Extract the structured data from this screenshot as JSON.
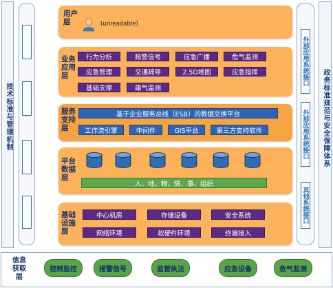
{
  "left_title": "技术标准与管理机制",
  "right_title": "政务标准规范与安全保障体系",
  "left_inner": {
    "header": "",
    "items": [
      "",
      "",
      "",
      ""
    ]
  },
  "right_inner": {
    "header": "",
    "items": [
      "外部应用系统接口",
      "外部应用系统接口",
      "其他系统接口"
    ]
  },
  "layers": {
    "user": {
      "label": "用户层",
      "text": "(unreadable)"
    },
    "business": {
      "label": "业务应用层",
      "items": [
        "行为分析",
        "报警信号",
        "应急广播",
        "危气监测",
        "应急管理",
        "交通疏导",
        "2.5D地图",
        "应急指挥",
        "基础支撑",
        "雄气监测"
      ]
    },
    "service": {
      "label": "服务支持层",
      "bus": "基于企业服务总线（ESB）的数据交换平台",
      "items": [
        "工作流引擎",
        "中间件",
        "GIS平台",
        "第三方支持软件"
      ]
    },
    "platform": {
      "label": "平台数据层",
      "dbs": [
        "",
        "",
        "",
        "",
        "",
        ""
      ],
      "bar": "人、地、物、情、事、组织"
    },
    "infra": {
      "label": "基础设施层",
      "items": [
        "中心机房",
        "存储设备",
        "安全系统",
        "网络环境",
        "软硬件环境",
        "终端接入"
      ]
    }
  },
  "info_layer": {
    "label": "信息获取层",
    "items": [
      "视频监控",
      "报警信号",
      "监管执法",
      "应急设备",
      "危气监测"
    ]
  }
}
